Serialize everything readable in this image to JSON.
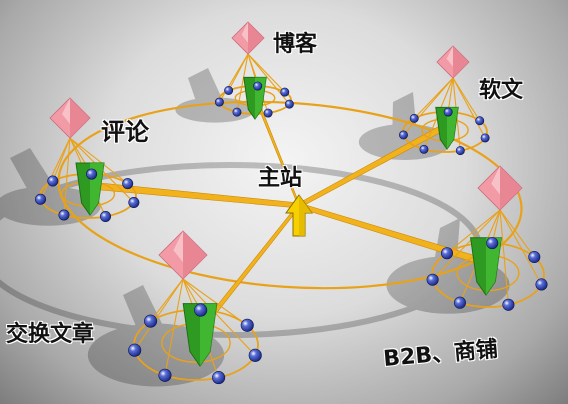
{
  "diagram": {
    "center_label": "主站",
    "nodes": [
      {
        "id": "blog",
        "label": "博客"
      },
      {
        "id": "softtext",
        "label": "软文"
      },
      {
        "id": "review",
        "label": "评论"
      },
      {
        "id": "exchange",
        "label": "交换文章"
      },
      {
        "id": "b2b",
        "label": "B2B、商铺"
      }
    ]
  },
  "colors": {
    "ring": "#e8a21a",
    "link": "#f2b21c",
    "pyramid": "#f29aa6",
    "stand": "#2f9a22",
    "center_arrow": "#f6d000",
    "ball": "#1c2c8a"
  }
}
